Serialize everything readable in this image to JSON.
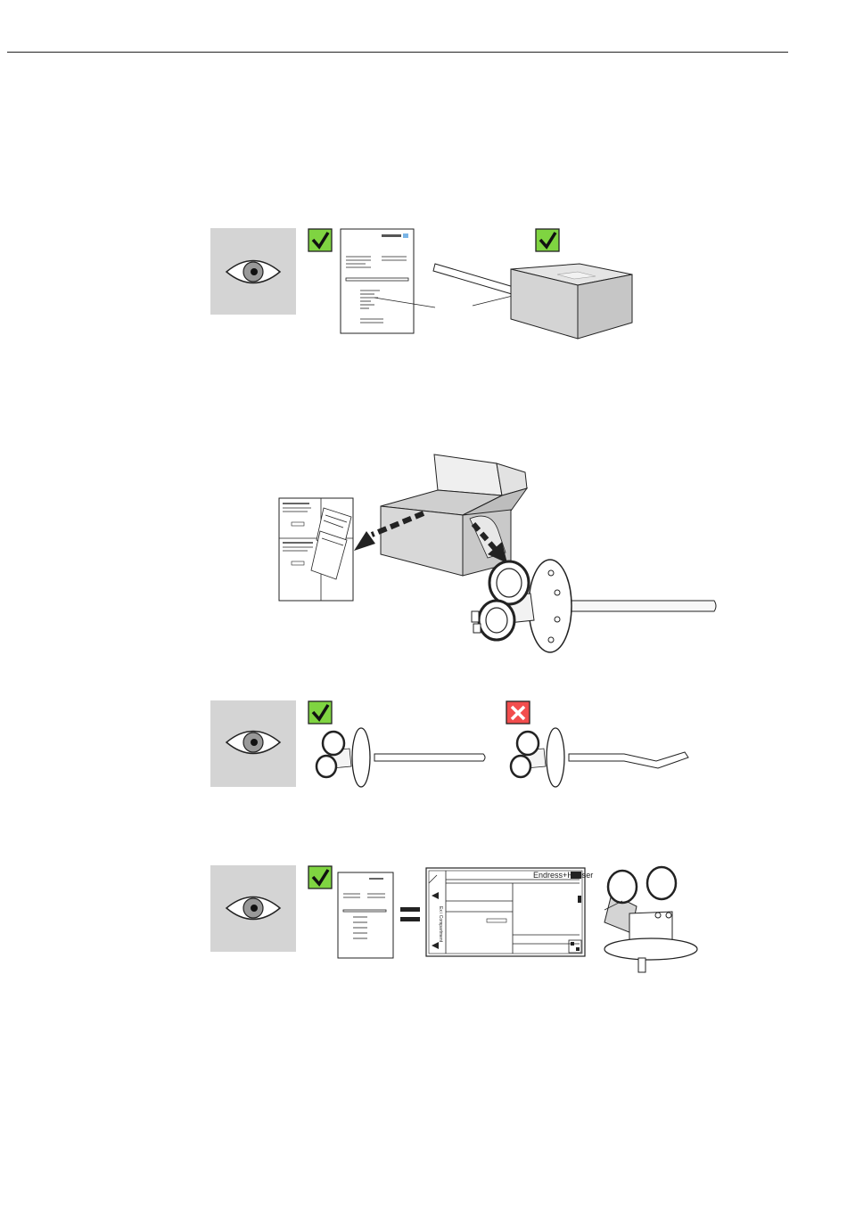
{
  "page": {
    "figures": [
      {
        "id": "inspect-delivery-note-and-package",
        "checks": [
          "ok",
          "ok"
        ]
      },
      {
        "id": "unpack-device-and-documents"
      },
      {
        "id": "inspect-device-undamaged",
        "checks": [
          "ok",
          "not-ok"
        ]
      },
      {
        "id": "compare-nameplate-with-order",
        "checks": [
          "ok"
        ]
      }
    ],
    "nameplate": {
      "brand": "Endress+Hauser",
      "side_text": "Ex i     Compartment"
    },
    "icons": {
      "inspect": "eye-icon",
      "ok": "checkmark-icon",
      "not_ok": "cross-icon",
      "equals": "equals-icon"
    },
    "colors": {
      "ok": "#7fd441",
      "not_ok": "#f24d4d",
      "eye_background": "#d4d4d4"
    }
  }
}
